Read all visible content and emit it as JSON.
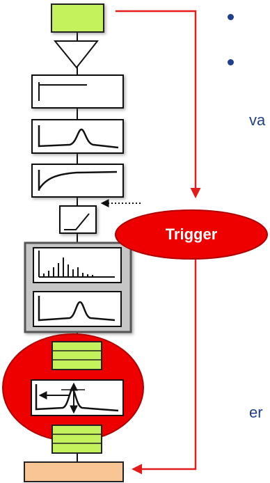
{
  "trigger": {
    "label": "Trigger"
  },
  "side_text": {
    "line1": "va",
    "line2": "er"
  },
  "colors": {
    "signal_line": "#e31b1b",
    "trigger_fill": "#ee0000",
    "detector_green": "#c4f25c",
    "output_orange": "#f9c594",
    "readout_gray": "#c6c6c6",
    "bullet_blue": "#1f3f8f"
  },
  "icons": {
    "detector": "detector-block",
    "amplifier": "triangle-amplifier",
    "preamp": "step-waveform-icon",
    "shaper": "pulse-waveform-icon",
    "integrator": "rise-waveform-icon",
    "gate": "switch-icon",
    "histogram": "histogram-icon",
    "peak": "peak-waveform-icon",
    "fit": "peak-with-arrows-icon",
    "output": "output-block"
  }
}
